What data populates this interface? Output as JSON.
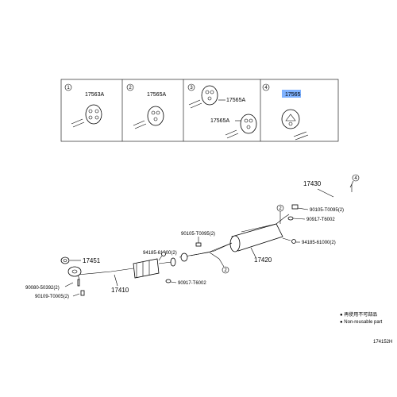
{
  "panels": [
    {
      "index": "1",
      "part": "17563A"
    },
    {
      "index": "2",
      "part": "17565A"
    },
    {
      "index": "3",
      "part_top": "17565A",
      "part_bottom": "17565A"
    },
    {
      "index": "4",
      "part": "17565"
    }
  ],
  "callouts": {
    "c2": "2",
    "c4": "4"
  },
  "parts": {
    "p17430": "17430",
    "p90105_top": "90105-T0095(2)",
    "p90917_top": "90917-T6002",
    "p94185_right": "94185-61000(2)",
    "p17420": "17420",
    "p90105_mid": "90105-T0095(2)",
    "p94185_left": "94185-61000(2)",
    "p17451": "17451",
    "p90917_bottom": "90917-T6002",
    "p17410": "17410",
    "p90080": "90080-50392(2)",
    "p90109": "90109-T0005(2)"
  },
  "legend": {
    "line1": "● 再使用不可部品",
    "line2": "● Non-reusable part"
  },
  "diagram_id": "174152H",
  "colors": {
    "highlight": "#7fb2ff"
  }
}
